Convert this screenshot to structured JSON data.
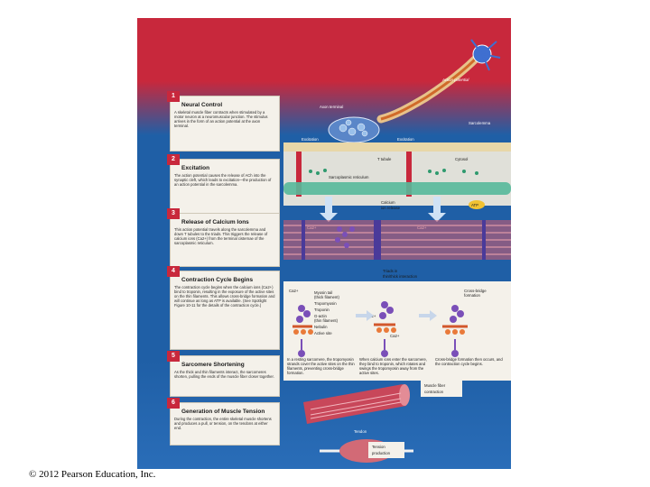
{
  "copyright": "© 2012 Pearson Education, Inc.",
  "steps": [
    {
      "num": "1",
      "title": "Neural Control",
      "body": "A skeletal muscle fiber contracts when stimulated by a motor neuron at a neuromuscular junction. The stimulus arrives in the form of an action potential at the axon terminal."
    },
    {
      "num": "2",
      "title": "Excitation",
      "body": "The action potential causes the release of ACh into the synaptic cleft, which leads to excitation—the production of an action potential in the sarcolemma."
    },
    {
      "num": "3",
      "title": "Release of Calcium Ions",
      "body": "This action potential travels along the sarcolemma and down T tubules to the triads. This triggers the release of calcium ions (Ca2+) from the terminal cisternae of the sarcoplasmic reticulum."
    },
    {
      "num": "4",
      "title": "Contraction Cycle Begins",
      "body": "The contraction cycle begins when the calcium ions (Ca2+) bind to troponin, resulting in the exposure of the active sites on the thin filaments. This allows cross-bridge formation and will continue as long as ATP is available. (See Spotlight Figure 10-11 for the details of the contraction cycle.)"
    },
    {
      "num": "5",
      "title": "Sarcomere Shortening",
      "body": "As the thick and thin filaments interact, the sarcomeres shorten, pulling the ends of the muscle fiber closer together."
    },
    {
      "num": "6",
      "title": "Generation of Muscle Tension",
      "body": "During the contraction, the entire skeletal muscle shortens and produces a pull, or tension, on the tendons at either end."
    }
  ],
  "labels": {
    "action_potential": "Action potential",
    "axon_terminal": "Axon terminal",
    "excitation_left": "Excitation",
    "excitation_right": "Excitation",
    "sarcolemma": "Sarcolemma",
    "t_tubule": "T tubule",
    "cytosol": "Cytosol",
    "sr": "Sarcoplasmic reticulum",
    "calcium_release_1": "Calcium",
    "calcium_release_2": "ion release",
    "atp": "ATP",
    "ca_1": "Ca2+",
    "ca_2": "Ca2+",
    "triad_1": "Triads in",
    "triad_2": "thin/thick interaction",
    "ca_3": "Ca2+",
    "myosin_tail": "Myosin tail",
    "thick_filament": "(thick filament)",
    "tropomyosin": "Tropomyosin",
    "troponin": "Troponin",
    "g_actin": "G-actin",
    "thin_filament": "(thin filament)",
    "nebulin": "Nebulin",
    "active_site": "Active site",
    "cross_bridge_1": "Cross-bridge",
    "cross_bridge_2": "formation",
    "ca_4": "Ca2+",
    "ca_5": "Ca2+",
    "caption_a": "In a resting sarcomere, the tropomyosin strands cover the active sites on the thin filaments, preventing cross-bridge formation.",
    "caption_b": "When calcium ions enter the sarcomere, they bind to troponin, which rotates and swings the tropomyosin away from the active sites.",
    "caption_c": "Cross-bridge formation then occurs, and the contraction cycle begins.",
    "fiber_contraction_1": "Muscle fiber",
    "fiber_contraction_2": "contraction",
    "tendon": "Tendon",
    "tension_1": "Tension",
    "tension_2": "production"
  }
}
